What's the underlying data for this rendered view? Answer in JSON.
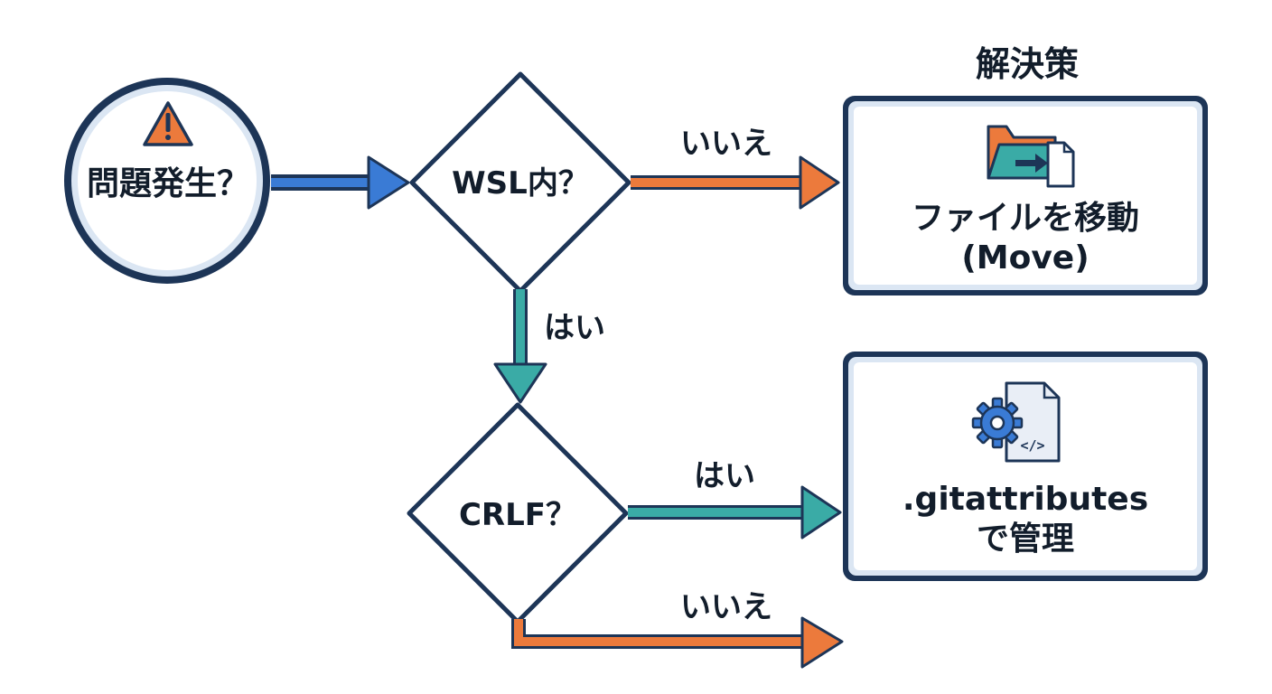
{
  "colors": {
    "navy": "#1d3557",
    "blue": "#3a7bd5",
    "teal": "#3aaba6",
    "orange": "#ec7a3c",
    "pale_blue": "#dbe6f3",
    "text": "#121d2b"
  },
  "header": {
    "title": "解決策"
  },
  "start": {
    "label": "問題発生？",
    "icon": "warning-icon"
  },
  "decision_wsl": {
    "label": "WSL内？",
    "no_label": "いいえ",
    "yes_label": "はい"
  },
  "decision_crlf": {
    "label": "CRLF？",
    "yes_label": "はい",
    "no_label": "いいえ"
  },
  "solution_move": {
    "line1": "ファイルを移動",
    "line2": "(Move)",
    "icon": "folder-move-icon"
  },
  "solution_gitattributes": {
    "line1": ".gitattributes",
    "line2": "で管理",
    "icon": "gear-code-file-icon"
  }
}
